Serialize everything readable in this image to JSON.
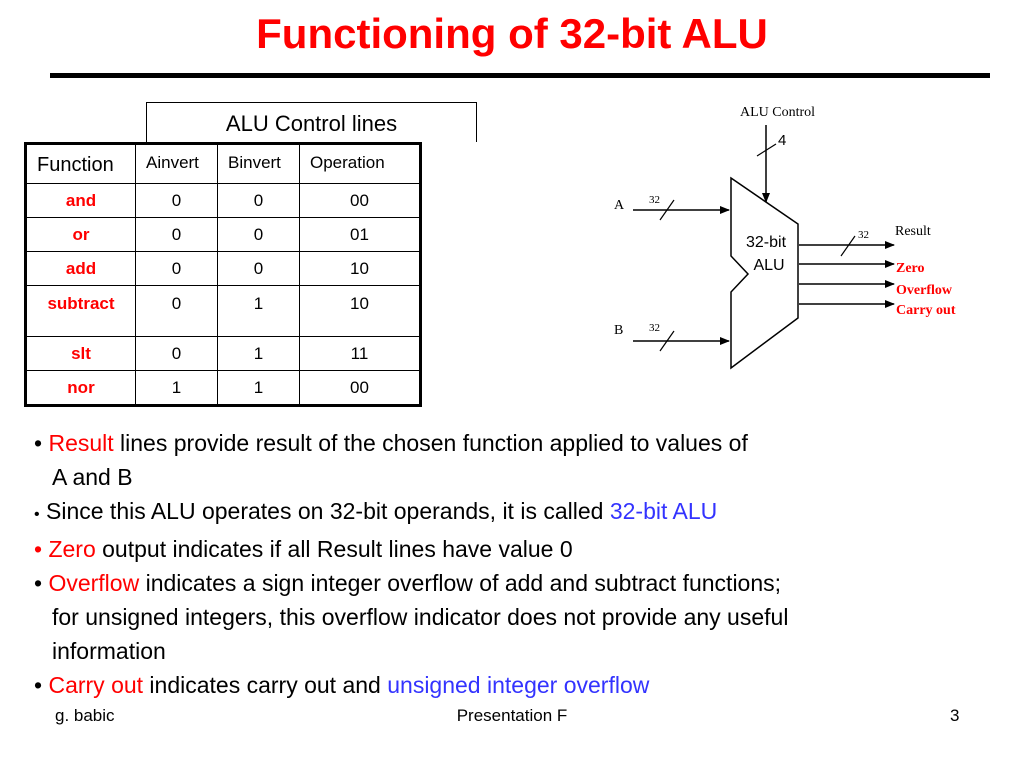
{
  "slide": {
    "title": "Functioning of 32-bit ALU",
    "footer": {
      "left": "g. babic",
      "center": "Presentation F",
      "right": "3"
    }
  },
  "table": {
    "caption": "ALU Control lines",
    "headers": [
      "Function",
      "Ainvert",
      "Binvert",
      "Operation"
    ],
    "rows": [
      [
        "and",
        "0",
        "0",
        "00"
      ],
      [
        "or",
        "0",
        "0",
        "01"
      ],
      [
        "add",
        "0",
        "0",
        "10"
      ],
      [
        "subtract",
        "0",
        "1",
        "10"
      ],
      [
        "slt",
        "0",
        "1",
        "11"
      ],
      [
        "nor",
        "1",
        "1",
        "00"
      ]
    ]
  },
  "diagram": {
    "control_label": "ALU Control",
    "control_width": "4",
    "input_a": "A",
    "input_b": "B",
    "width_a": "32",
    "width_b": "32",
    "alu_label_line1": "32-bit",
    "alu_label_line2": "ALU",
    "result_width": "32",
    "result_label": "Result",
    "zero_label": "Zero",
    "overflow_label": "Overflow",
    "carry_label": "Carry out"
  },
  "bullets": {
    "b1_hl": "Result",
    "b1_text": " lines provide result of the chosen function applied to values of",
    "b1_cont": "A and B",
    "b2_text": "Since this ALU operates on 32-bit operands, it is called ",
    "b2_hl": "32-bit ALU",
    "b3_hl": "Zero",
    "b3_text": " output indicates if all Result lines have value 0",
    "b4_hl": "Overflow",
    "b4_text": " indicates a sign integer overflow of add and subtract functions;",
    "b4_cont1": "for unsigned integers, this overflow indicator does not provide any useful",
    "b4_cont2": "information",
    "b5_hl": "Carry out",
    "b5_text": " indicates carry out and ",
    "b5_hl2": "unsigned integer overflow"
  },
  "colors": {
    "accent_red": "#ff0000",
    "accent_blue": "#3333ff"
  }
}
